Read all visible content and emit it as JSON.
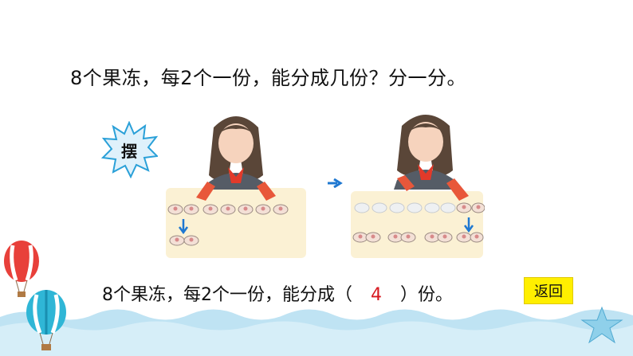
{
  "question": {
    "text": "8个果冻，每2个一份，能分成几份？分一分。"
  },
  "action_label": "摆",
  "answer": {
    "prefix": "8个果冻，每2个一份，能分成（",
    "value": "4",
    "suffix": "）份。"
  },
  "back_button": {
    "label": "返回"
  },
  "colors": {
    "answer_value": "#d71920",
    "back_button_bg": "#ffef00",
    "burst_fill": "#dff1fb",
    "burst_stroke": "#2aa0d8",
    "wave": "#bfe3f3",
    "arrow": "#1f78d1"
  }
}
